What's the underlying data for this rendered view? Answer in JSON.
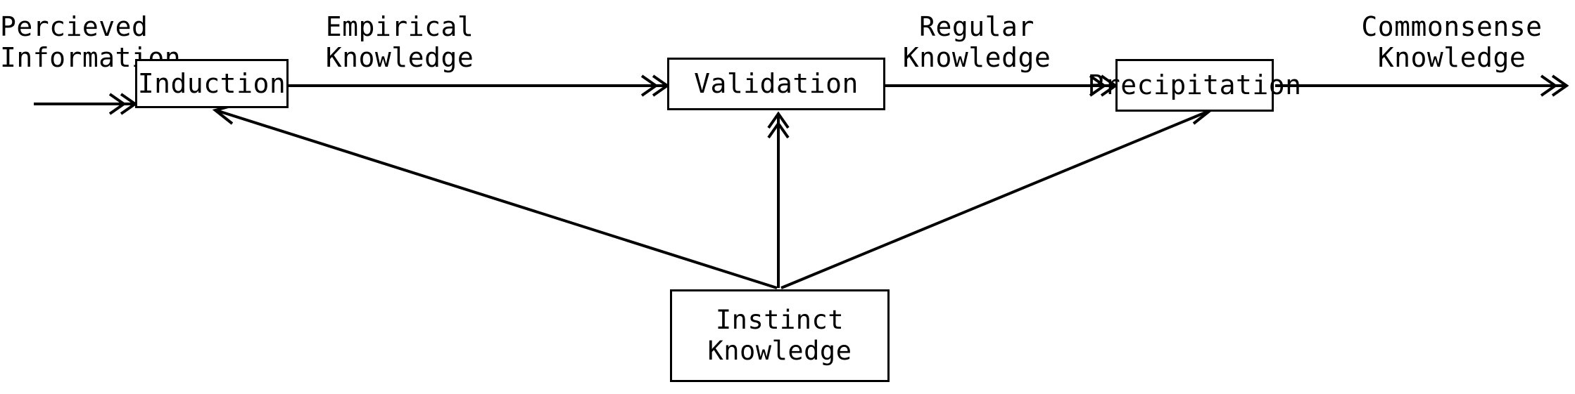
{
  "diagram": {
    "title_present": false,
    "background_color": "#ffffff",
    "stroke_color": "#000000",
    "nodes": [
      {
        "id": "induction",
        "label_lines": [
          "Induction"
        ]
      },
      {
        "id": "validation",
        "label_lines": [
          "Validation"
        ]
      },
      {
        "id": "precipitation",
        "label_lines": [
          "Precipitation"
        ]
      },
      {
        "id": "instinct",
        "label_lines": [
          "Instinct",
          "Knowledge"
        ]
      }
    ],
    "edge_labels": [
      {
        "id": "percieved",
        "lines": [
          "Percieved",
          "Information"
        ]
      },
      {
        "id": "empirical",
        "lines": [
          "Empirical",
          "Knowledge"
        ]
      },
      {
        "id": "regular",
        "lines": [
          "Regular",
          "Knowledge"
        ]
      },
      {
        "id": "commonsense",
        "lines": [
          "Commonsense",
          "Knowledge"
        ]
      }
    ],
    "edges": [
      {
        "from": "input",
        "to": "induction",
        "label": "Percieved Information",
        "style": "double-arrow"
      },
      {
        "from": "induction",
        "to": "validation",
        "label": "Empirical Knowledge",
        "style": "double-arrow"
      },
      {
        "from": "validation",
        "to": "precipitation",
        "label": "Regular Knowledge",
        "style": "double-arrow"
      },
      {
        "from": "precipitation",
        "to": "output",
        "label": "Commonsense Knowledge",
        "style": "double-arrow"
      },
      {
        "from": "instinct",
        "to": "induction",
        "label": "",
        "style": "diagonal-arrow"
      },
      {
        "from": "instinct",
        "to": "validation",
        "label": "",
        "style": "vertical-arrow"
      },
      {
        "from": "instinct",
        "to": "precipitation",
        "label": "",
        "style": "diagonal-arrow"
      }
    ]
  }
}
